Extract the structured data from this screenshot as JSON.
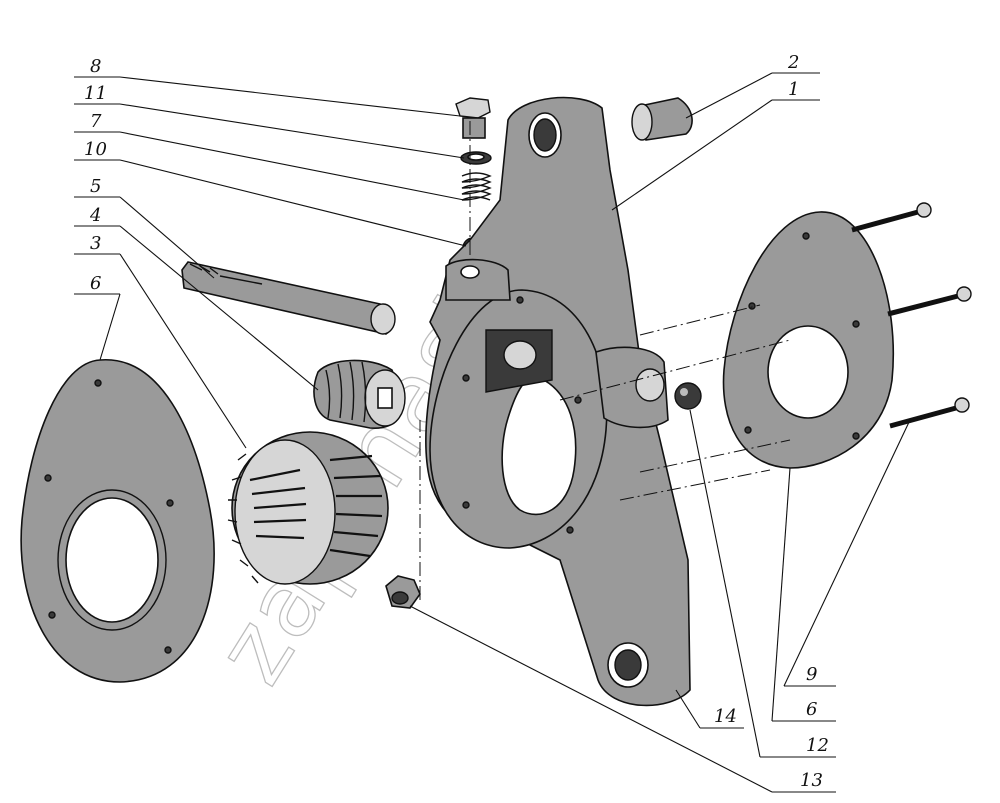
{
  "watermark": "zapchasti.ru",
  "callouts": [
    {
      "id": "c8",
      "text": "8"
    },
    {
      "id": "c11",
      "text": "11"
    },
    {
      "id": "c7",
      "text": "7"
    },
    {
      "id": "c10",
      "text": "10"
    },
    {
      "id": "c5",
      "text": "5"
    },
    {
      "id": "c4",
      "text": "4"
    },
    {
      "id": "c3",
      "text": "3"
    },
    {
      "id": "c6a",
      "text": "6"
    },
    {
      "id": "c2",
      "text": "2"
    },
    {
      "id": "c1",
      "text": "1"
    },
    {
      "id": "c9",
      "text": "9"
    },
    {
      "id": "c6b",
      "text": "6"
    },
    {
      "id": "c14",
      "text": "14"
    },
    {
      "id": "c12",
      "text": "12"
    },
    {
      "id": "c13",
      "text": "13"
    }
  ]
}
